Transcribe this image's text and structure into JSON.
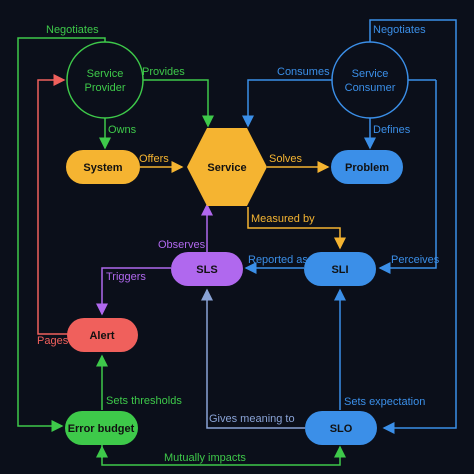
{
  "nodes": {
    "service_provider": {
      "line1": "Service",
      "line2": "Provider"
    },
    "service_consumer": {
      "line1": "Service",
      "line2": "Consumer"
    },
    "system": "System",
    "service": "Service",
    "problem": "Problem",
    "sls": "SLS",
    "sli": "SLI",
    "alert": "Alert",
    "error_budget": "Error budget",
    "slo": "SLO"
  },
  "edges": {
    "negotiates_left": "Negotiates",
    "negotiates_right": "Negotiates",
    "provides": "Provides",
    "consumes": "Consumes",
    "owns": "Owns",
    "defines": "Defines",
    "offers": "Offers",
    "solves": "Solves",
    "measured_by": "Measured by",
    "observes": "Observes",
    "triggers": "Triggers",
    "reported_as": "Reported as",
    "perceives": "Perceives",
    "pages": "Pages",
    "sets_thresholds": "Sets thresholds",
    "sets_expectation": "Sets expectation",
    "gives_meaning_to": "Gives meaning to",
    "mutually_impacts": "Mutually impacts"
  },
  "colors": {
    "background": "#0b0f1a",
    "green": "#3ec94a",
    "blue": "#3b8fe8",
    "orange": "#f5b431",
    "purple": "#b068ee",
    "red": "#f0605c",
    "gray_blue": "#8aa3d6"
  }
}
